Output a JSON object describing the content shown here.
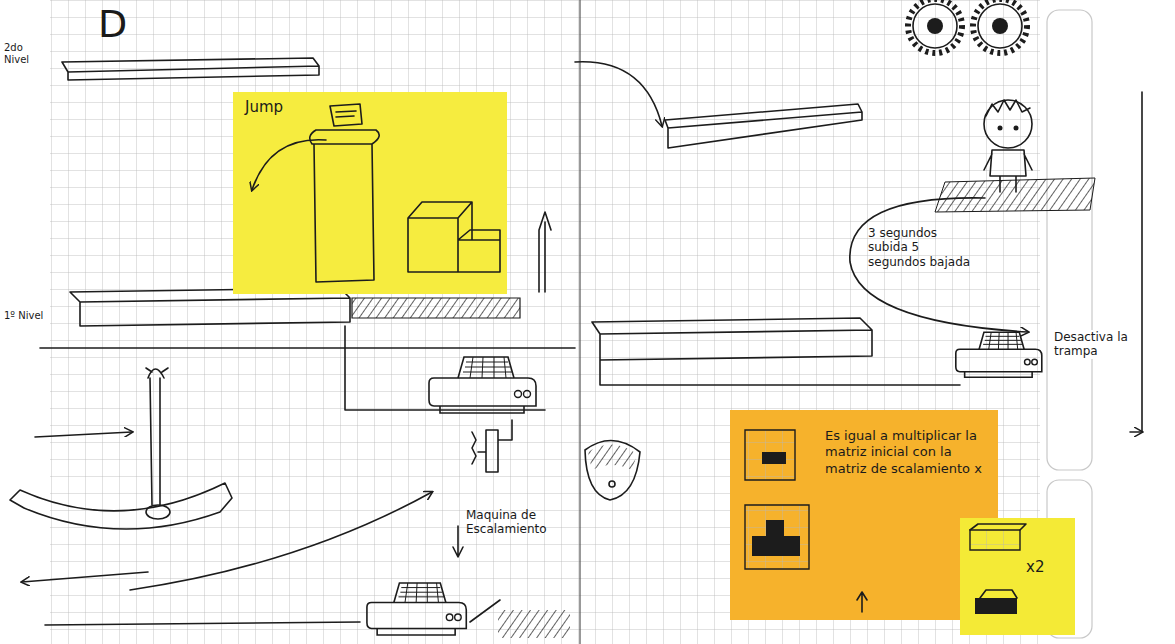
{
  "diagram": {
    "nodes": [
      {
        "text": [
          "Jump"
        ]
      },
      {
        "text": [
          "Es igual a multiplicar la matriz inicial con la matriz de scalamiento x"
        ]
      },
      {
        "text": [
          "x2"
        ]
      }
    ],
    "labels": [
      "D",
      "2do Nivel",
      "1º Nivel",
      "3 segundos subida 5 segundos bajada",
      "Desactiva la trampa",
      "Maquina de Escalamiento"
    ]
  }
}
